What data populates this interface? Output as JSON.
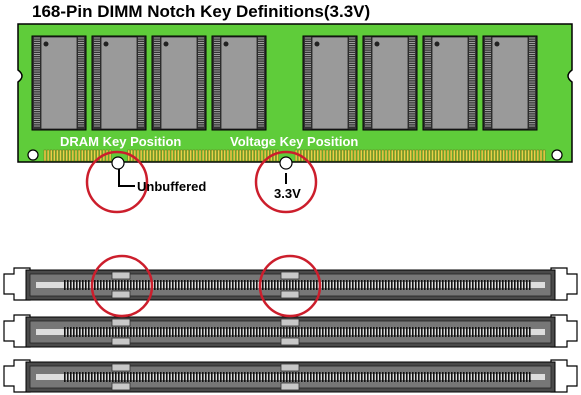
{
  "diagram": {
    "title": "168-Pin DIMM Notch Key Definitions(3.3V)",
    "module": {
      "color": "#5fcc3a",
      "chip_color": "#9a9a9a",
      "contact_color": "#e8d24a",
      "labels": {
        "dram_key": "DRAM Key Position",
        "voltage_key": "Voltage Key Position"
      }
    },
    "callouts": {
      "unbuffered": "Unbuffered",
      "voltage": "3.3V",
      "circle_color": "#cc1e2c"
    },
    "slots": {
      "count": 3,
      "body_color": "#4a4a4a",
      "pin_color": "#111111",
      "key_color": "#c8c8c8"
    }
  }
}
